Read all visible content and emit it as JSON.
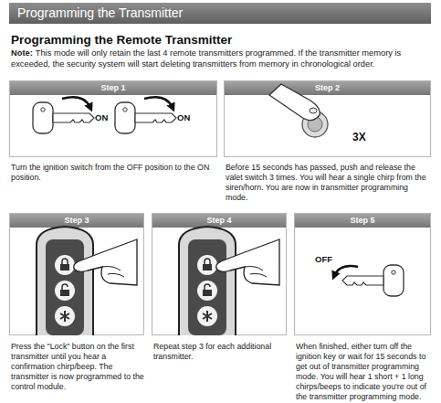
{
  "diagram": {
    "title": "Programming the Transmitter",
    "nodes": [
      {
        "text": [
          "Step 1",
          "ON",
          "ON"
        ]
      },
      {
        "text": [
          "Step 2",
          "3X"
        ]
      },
      {
        "text": [
          "Step 3"
        ]
      },
      {
        "text": [
          "Step 4"
        ]
      },
      {
        "text": [
          "Step 5",
          "OFF"
        ]
      }
    ],
    "labels": [
      "Programming the Remote Transmitter",
      "Note:",
      "This mode will only retain the last 4 remote transmitters programmed. If the transmitter memory is exceeded, the security system will start deleting transmitters from memory in chronological order.",
      "Turn the ignition switch from the OFF position to the ON position.",
      "Before 15 seconds has passed, push and release the valet switch 3 times. You will hear a single chirp from the siren/horn. You are now in transmitter programming mode.",
      "Press the \"Lock\" button on the first transmitter until you hear a confirmation chirp/beep. The transmitter is now programmed to the control module.",
      "Repeat step 3 for each additional transmitter.",
      "When finished, either turn off the ignition key or wait for 15 seconds to get out of transmitter programming mode. You will hear 1 short + 1 long chirps/beeps to indicate you're out of the transmitter programming mode."
    ]
  }
}
